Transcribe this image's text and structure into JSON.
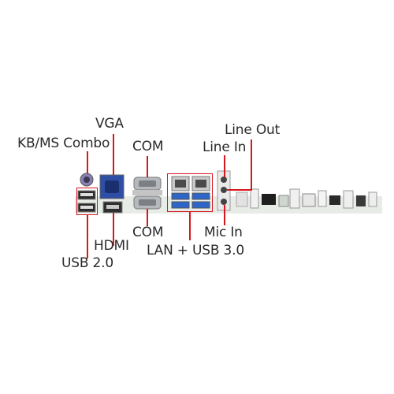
{
  "labels": {
    "kbms": "KB/MS Combo",
    "vga": "VGA",
    "com_top": "COM",
    "line_in": "Line In",
    "line_out": "Line Out",
    "hdmi": "HDMI",
    "usb2": "USB 2.0",
    "com_bottom": "COM",
    "lan_usb3": "LAN + USB 3.0",
    "mic_in": "Mic In"
  },
  "colors": {
    "callout": "#d5171f",
    "text": "#2a2a2a",
    "vga_port": "#2f4fa6",
    "usb3_port": "#2d66c8",
    "pcb": "#e8ece6"
  }
}
